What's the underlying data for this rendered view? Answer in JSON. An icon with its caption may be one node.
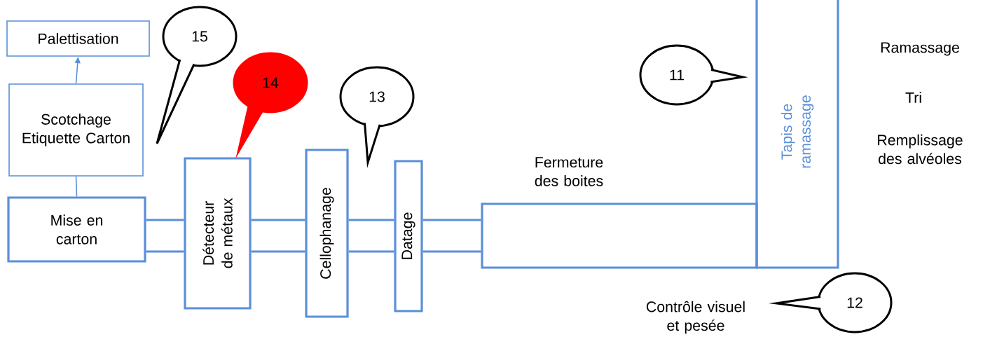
{
  "diagram": {
    "nodes": [
      {
        "text": [
          "Palettisation"
        ]
      },
      {
        "text": [
          "Scotchage Etiquette Carton"
        ]
      },
      {
        "text": [
          "Mise en carton"
        ]
      },
      {
        "text": [
          "Détecteur de métaux"
        ]
      },
      {
        "text": [
          "Cellophanage"
        ]
      },
      {
        "text": [
          "Datage"
        ]
      },
      {
        "text": [
          "Fermeture des boites"
        ]
      },
      {
        "text": [
          "Tapis de ramassage"
        ]
      },
      {
        "text": [
          "15"
        ]
      },
      {
        "text": [
          "14"
        ]
      },
      {
        "text": [
          "13"
        ]
      },
      {
        "text": [
          "11"
        ]
      },
      {
        "text": [
          "12"
        ]
      }
    ],
    "edges": [
      {
        "from": 1,
        "to": 0,
        "arrow": "to"
      },
      {
        "from": 2,
        "to": 1,
        "arrow": "none"
      },
      {
        "from": 2,
        "to": 3,
        "arrow": "none"
      },
      {
        "from": 2,
        "to": 3,
        "arrow": "none"
      },
      {
        "from": 3,
        "to": 4,
        "arrow": "none"
      },
      {
        "from": 3,
        "to": 4,
        "arrow": "none"
      },
      {
        "from": 4,
        "to": 5,
        "arrow": "none"
      },
      {
        "from": 4,
        "to": 5,
        "arrow": "none"
      },
      {
        "from": 5,
        "to": 6,
        "arrow": "none"
      },
      {
        "from": 5,
        "to": 6,
        "arrow": "none"
      }
    ],
    "labels": [
      "Ramassage",
      "Tri",
      "Remplissage des alvéoles",
      "Contrôle visuel et pesée"
    ]
  }
}
